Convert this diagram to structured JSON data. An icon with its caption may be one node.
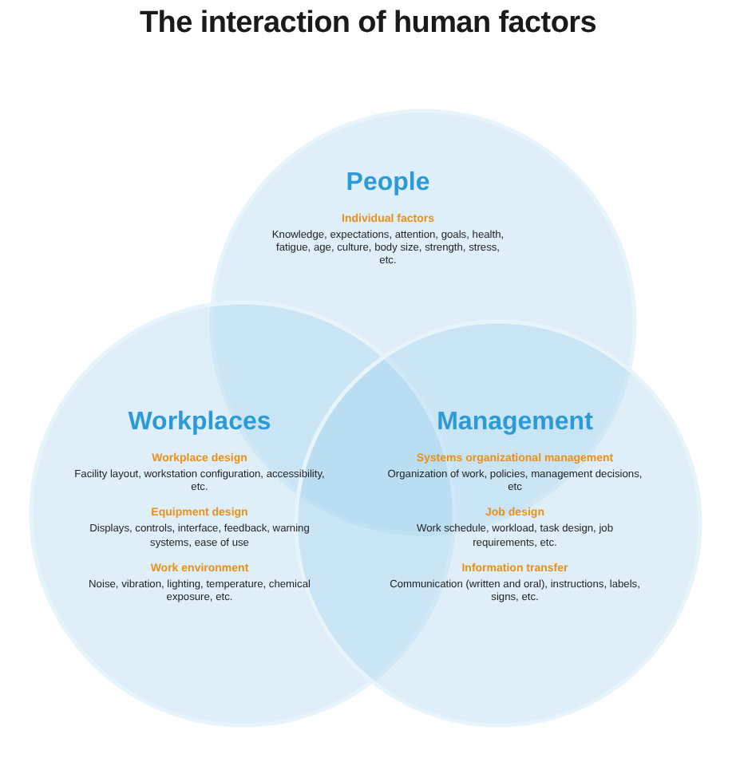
{
  "diagram": {
    "title": "The interaction of human factors",
    "nodes": [
      {
        "text": [
          "People",
          "Individual factors",
          "Knowledge, expectations, attention, goals, health, fatigue, age, culture, body size, strength, stress, etc."
        ]
      },
      {
        "text": [
          "Workplaces",
          "Workplace design",
          "Facility layout, workstation configuration, accessibility, etc.",
          "Equipment design",
          "Displays, controls, interface, feedback, warning systems, ease of use",
          "Work environment",
          "Noise, vibration, lighting, temperature, chemical exposure, etc."
        ]
      },
      {
        "text": [
          "Management",
          "Systems organizational management",
          "Organization of work, policies, management decisions, etc",
          "Job design",
          "Work schedule, workload, task design, job requirements, etc.",
          "Information transfer",
          "Communication (written and oral), instructions, labels, signs, etc."
        ]
      }
    ]
  }
}
